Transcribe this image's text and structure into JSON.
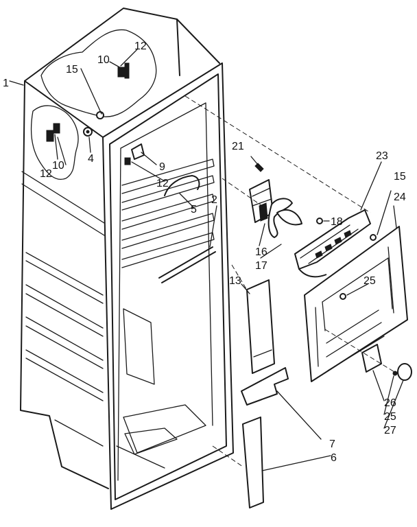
{
  "diagram": {
    "callouts": {
      "c1": "1",
      "c15a": "15",
      "c12a": "12",
      "c10a": "10",
      "c12b": "12",
      "c10b": "10",
      "c4": "4",
      "c9": "9",
      "c12c": "12",
      "c5": "5",
      "c2": "2",
      "c21": "21",
      "c23": "23",
      "c15b": "15",
      "c24": "24",
      "c18": "18",
      "c16": "16",
      "c17": "17",
      "c25a": "25",
      "c13": "13",
      "c26": "26",
      "c25b": "25",
      "c27": "27",
      "c7": "7",
      "c6": "6"
    }
  }
}
